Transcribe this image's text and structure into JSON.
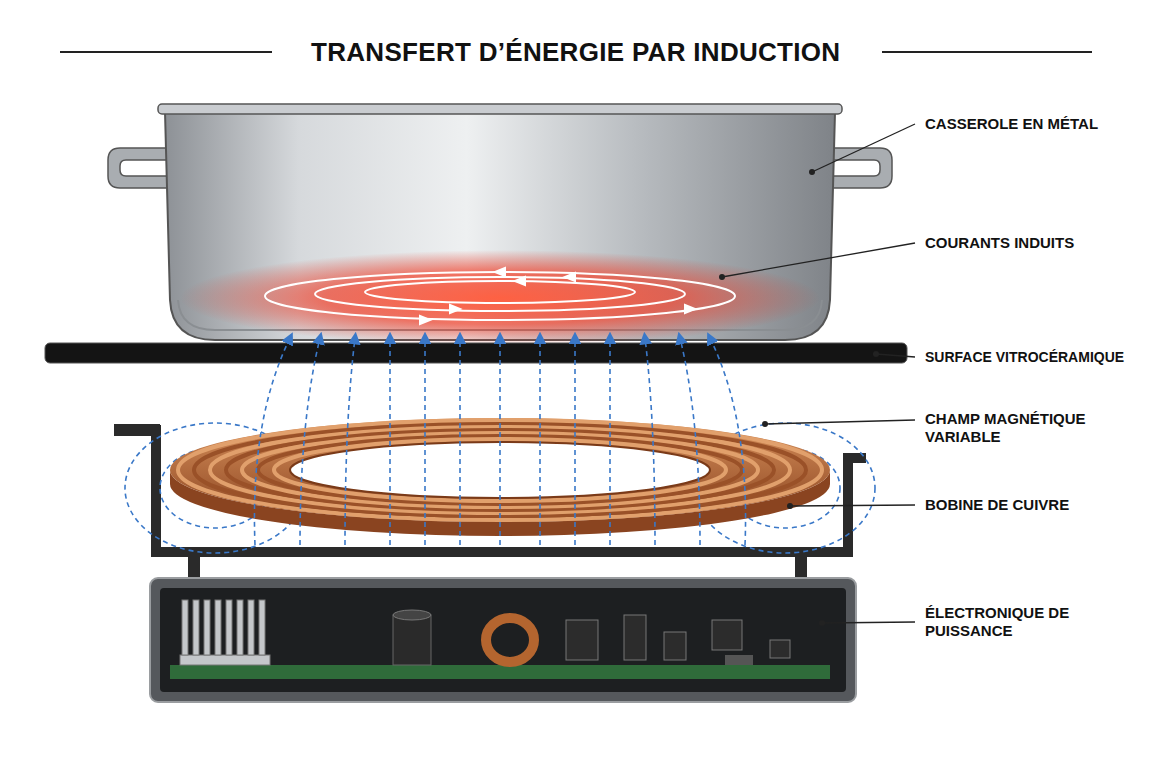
{
  "diagram": {
    "title": "TRANSFERT D’ÉNERGIE PAR INDUCTION",
    "labels": [
      "CASSEROLE EN MÉTAL",
      "COURANTS INDUITS",
      "SURFACE VITROCÉRAMIQUE",
      "CHAMP MAGNÉTIQUE VARIABLE",
      "BOBINE DE CUIVRE",
      "ÉLECTRONIQUE DE PUISSANCE"
    ]
  }
}
